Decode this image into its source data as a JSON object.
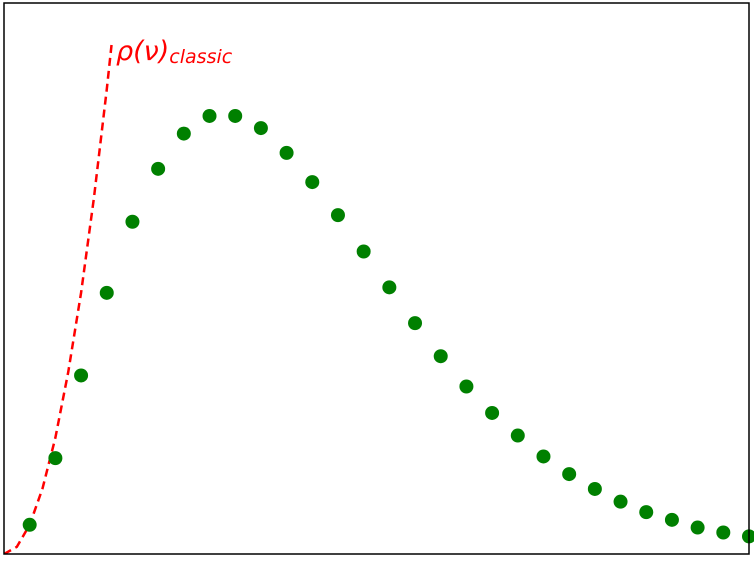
{
  "chart_data": {
    "type": "scatter",
    "title": "",
    "xlabel": "",
    "ylabel": "",
    "xlim": [
      0,
      29
    ],
    "ylim": [
      0,
      1.0
    ],
    "axis_ticks": "none",
    "grid": false,
    "legend": "none",
    "annotation": {
      "main": "ρ(ν)",
      "subscript": "classic",
      "color": "#ff0000"
    },
    "series": [
      {
        "type": "scatter",
        "color": "#008000",
        "x": [
          1,
          2,
          3,
          4,
          5,
          6,
          7,
          8,
          9,
          10,
          11,
          12,
          13,
          14,
          15,
          16,
          17,
          18,
          19,
          20,
          21,
          22,
          23,
          24,
          25,
          26,
          27,
          28,
          29
        ],
        "y": [
          0.053,
          0.174,
          0.324,
          0.474,
          0.603,
          0.699,
          0.763,
          0.795,
          0.795,
          0.773,
          0.728,
          0.675,
          0.615,
          0.549,
          0.484,
          0.419,
          0.359,
          0.304,
          0.256,
          0.215,
          0.177,
          0.145,
          0.118,
          0.095,
          0.076,
          0.062,
          0.048,
          0.039,
          0.032
        ]
      },
      {
        "type": "line",
        "style": "dashed",
        "color": "#ff0000",
        "x": [
          0,
          0.5,
          1.0,
          1.5,
          2.0,
          2.5,
          3.0,
          3.5,
          4.0,
          4.2
        ],
        "y": [
          0.0,
          0.013,
          0.053,
          0.119,
          0.211,
          0.33,
          0.474,
          0.646,
          0.843,
          0.93
        ]
      }
    ]
  }
}
